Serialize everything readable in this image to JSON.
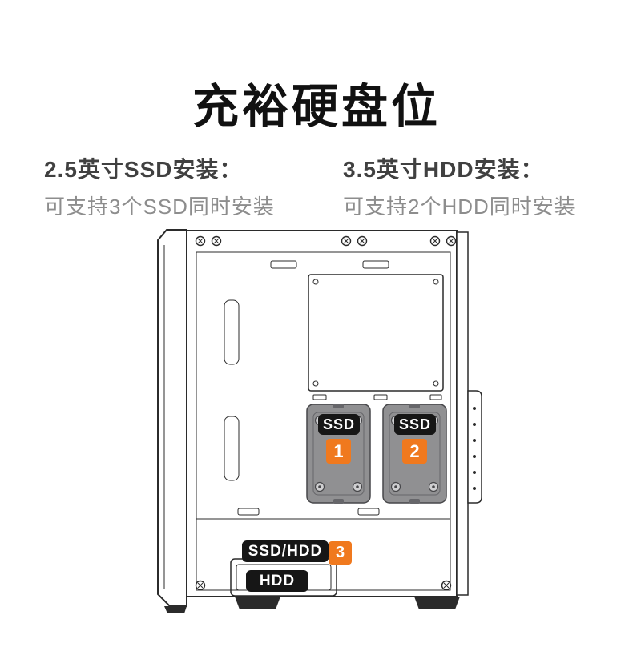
{
  "page": {
    "title": "充裕硬盘位"
  },
  "sections": {
    "ssd": {
      "heading": "2.5英寸SSD安装：",
      "desc": "可支持3个SSD同时安装"
    },
    "hdd": {
      "heading": "3.5英寸HDD安装：",
      "desc": "可支持2个HDD同时安装"
    }
  },
  "diagram": {
    "trays": [
      {
        "label": "SSD",
        "number": "1"
      },
      {
        "label": "SSD",
        "number": "2"
      }
    ],
    "bays": {
      "combo_label": "SSD/HDD",
      "combo_number": "3",
      "hdd_label": "HDD"
    },
    "colors": {
      "accent_orange": "#f0791e",
      "label_bg": "#161616",
      "label_text": "#ffffff",
      "tray_fill": "#909092",
      "line": "#2b2b2b",
      "title_text": "#111111",
      "heading_text": "#404040",
      "desc_text": "#8d8d8d"
    }
  }
}
